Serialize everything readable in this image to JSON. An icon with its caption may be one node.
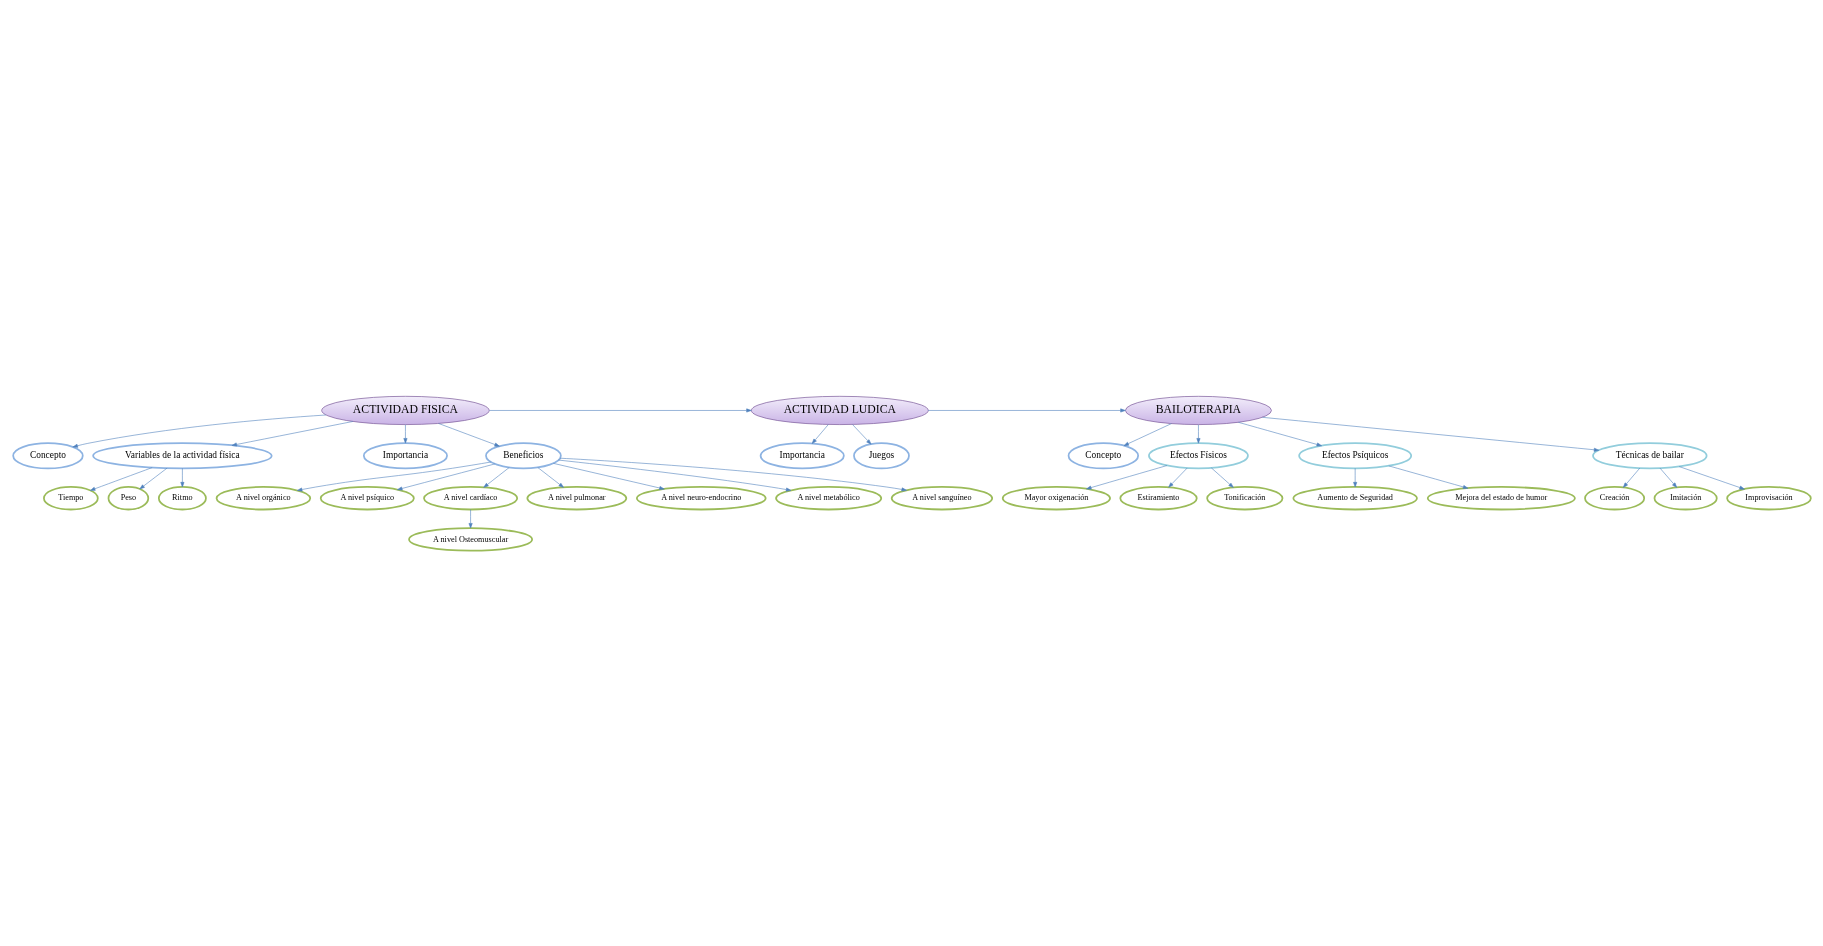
{
  "diagram": {
    "nodes": [
      {
        "text": [
          "ACTIVIDAD FISICA"
        ]
      },
      {
        "text": [
          "Concepto"
        ]
      },
      {
        "text": [
          "Variables de la actividad física"
        ]
      },
      {
        "text": [
          "Tiempo"
        ]
      },
      {
        "text": [
          "Peso"
        ]
      },
      {
        "text": [
          "Ritmo"
        ]
      },
      {
        "text": [
          "Importancia"
        ]
      },
      {
        "text": [
          "Beneficios"
        ]
      },
      {
        "text": [
          "A nivel orgánico"
        ]
      },
      {
        "text": [
          "A nivel psíquico"
        ]
      },
      {
        "text": [
          "A nivel cardíaco"
        ]
      },
      {
        "text": [
          "A nivel pulmonar"
        ]
      },
      {
        "text": [
          "A nivel neuro-endocrino"
        ]
      },
      {
        "text": [
          "A nivel metabólico"
        ]
      },
      {
        "text": [
          "A nivel sanguíneo"
        ]
      },
      {
        "text": [
          "A nivel Osteomuscular"
        ]
      },
      {
        "text": [
          "ACTIVIDAD LUDICA"
        ]
      },
      {
        "text": [
          "Importancia"
        ]
      },
      {
        "text": [
          "Juegos"
        ]
      },
      {
        "text": [
          "BAILOTERAPIA"
        ]
      },
      {
        "text": [
          "Concepto"
        ]
      },
      {
        "text": [
          "Efectos Físicos"
        ]
      },
      {
        "text": [
          "Mayor oxigenación"
        ]
      },
      {
        "text": [
          "Estiramiento"
        ]
      },
      {
        "text": [
          "Tonificación"
        ]
      },
      {
        "text": [
          "Aumento de Seguridad"
        ]
      },
      {
        "text": [
          "Efectos Psíquicos"
        ]
      },
      {
        "text": [
          "Mejora del estado de humor"
        ]
      },
      {
        "text": [
          "Técnicas de bailar"
        ]
      },
      {
        "text": [
          "Creación"
        ]
      },
      {
        "text": [
          "Imitación"
        ]
      },
      {
        "text": [
          "Improvisación"
        ]
      }
    ],
    "edges": [
      {
        "from": 0,
        "to": 1,
        "arrow": "to"
      },
      {
        "from": 0,
        "to": 2,
        "arrow": "to"
      },
      {
        "from": 0,
        "to": 6,
        "arrow": "to"
      },
      {
        "from": 0,
        "to": 16,
        "arrow": "to"
      },
      {
        "from": 0,
        "to": 7,
        "arrow": "to"
      },
      {
        "from": 2,
        "to": 3,
        "arrow": "to"
      },
      {
        "from": 2,
        "to": 4,
        "arrow": "to"
      },
      {
        "from": 2,
        "to": 5,
        "arrow": "to"
      },
      {
        "from": 7,
        "to": 8,
        "arrow": "to"
      },
      {
        "from": 7,
        "to": 9,
        "arrow": "to"
      },
      {
        "from": 7,
        "to": 10,
        "arrow": "to"
      },
      {
        "from": 7,
        "to": 11,
        "arrow": "to"
      },
      {
        "from": 7,
        "to": 12,
        "arrow": "to"
      },
      {
        "from": 7,
        "to": 13,
        "arrow": "to"
      },
      {
        "from": 7,
        "to": 14,
        "arrow": "to"
      },
      {
        "from": 10,
        "to": 15,
        "arrow": "to"
      },
      {
        "from": 16,
        "to": 17,
        "arrow": "to"
      },
      {
        "from": 16,
        "to": 18,
        "arrow": "to"
      },
      {
        "from": 16,
        "to": 19,
        "arrow": "to"
      },
      {
        "from": 19,
        "to": 20,
        "arrow": "to"
      },
      {
        "from": 19,
        "to": 21,
        "arrow": "to"
      },
      {
        "from": 19,
        "to": 26,
        "arrow": "to"
      },
      {
        "from": 19,
        "to": 28,
        "arrow": "to"
      },
      {
        "from": 21,
        "to": 22,
        "arrow": "to"
      },
      {
        "from": 21,
        "to": 23,
        "arrow": "to"
      },
      {
        "from": 21,
        "to": 24,
        "arrow": "to"
      },
      {
        "from": 26,
        "to": 25,
        "arrow": "to"
      },
      {
        "from": 26,
        "to": 27,
        "arrow": "to"
      },
      {
        "from": 28,
        "to": 29,
        "arrow": "to"
      },
      {
        "from": 28,
        "to": 30,
        "arrow": "to"
      },
      {
        "from": 28,
        "to": 31,
        "arrow": "to"
      }
    ]
  }
}
